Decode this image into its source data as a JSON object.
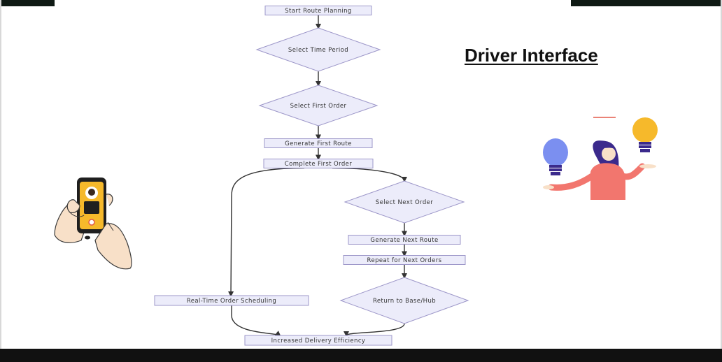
{
  "heading": "Driver Interface",
  "flowchart": {
    "nodes": [
      {
        "id": "start",
        "shape": "rect",
        "label": "Start Route Planning"
      },
      {
        "id": "time",
        "shape": "diamond",
        "label": "Select Time Period"
      },
      {
        "id": "first",
        "shape": "diamond",
        "label": "Select First Order"
      },
      {
        "id": "gen1",
        "shape": "rect",
        "label": "Generate First Route"
      },
      {
        "id": "comp1",
        "shape": "rect",
        "label": "Complete First Order"
      },
      {
        "id": "next",
        "shape": "diamond",
        "label": "Select Next Order"
      },
      {
        "id": "gen2",
        "shape": "rect",
        "label": "Generate Next Route"
      },
      {
        "id": "repeat",
        "shape": "rect",
        "label": "Repeat for Next Orders"
      },
      {
        "id": "return",
        "shape": "diamond",
        "label": "Return to Base/Hub"
      },
      {
        "id": "rt",
        "shape": "rect",
        "label": "Real-Time Order Scheduling"
      },
      {
        "id": "end",
        "shape": "rect",
        "label": "Increased Delivery Efficiency"
      }
    ],
    "edges": [
      [
        "start",
        "time"
      ],
      [
        "time",
        "first"
      ],
      [
        "first",
        "gen1"
      ],
      [
        "gen1",
        "comp1"
      ],
      [
        "comp1",
        "next"
      ],
      [
        "next",
        "gen2"
      ],
      [
        "gen2",
        "repeat"
      ],
      [
        "repeat",
        "return"
      ],
      [
        "comp1",
        "rt"
      ],
      [
        "rt",
        "end"
      ],
      [
        "return",
        "end"
      ]
    ]
  },
  "colors": {
    "node_fill": "#ececfa",
    "node_stroke": "#9d97c9",
    "arrow": "#333333",
    "phone_body": "#f6b92b",
    "bulb_blue": "#7b8ff0",
    "bulb_yellow": "#f6b92b",
    "woman_shirt": "#f2766e",
    "woman_hair": "#3b2a8c"
  },
  "illustrations": {
    "left": "hand-holding-phone-icon",
    "right": "woman-with-lightbulbs-icon"
  }
}
